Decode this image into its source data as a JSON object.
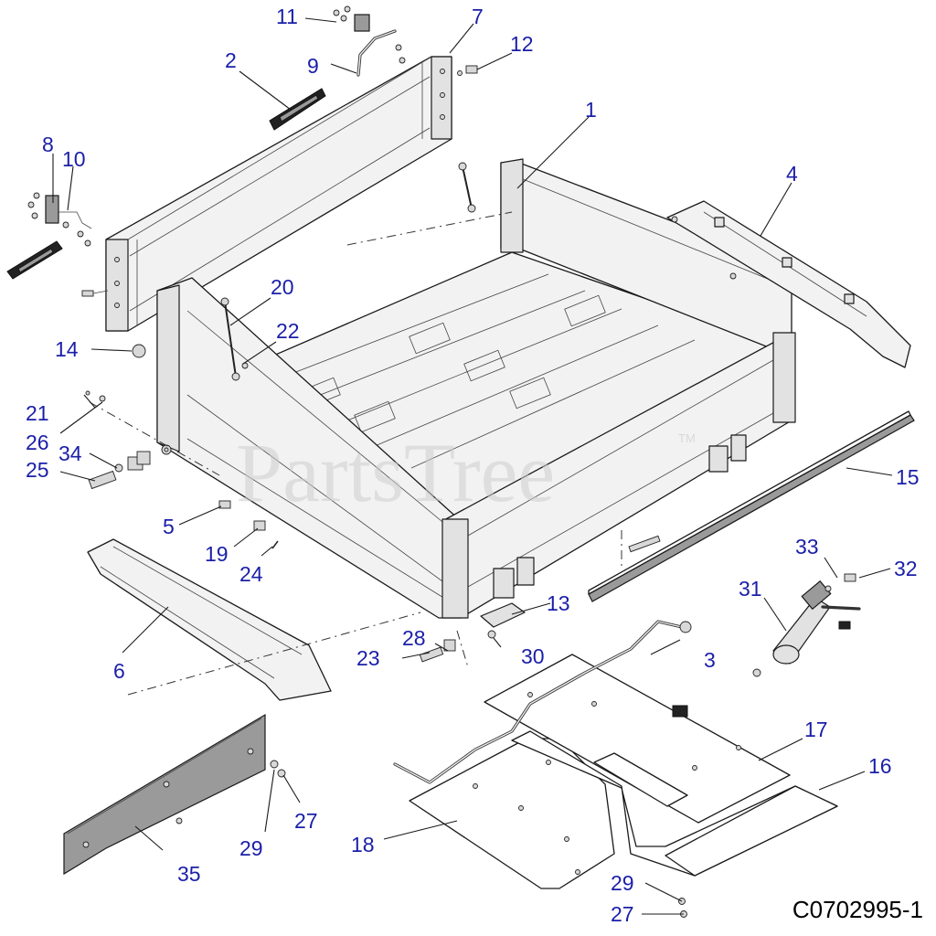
{
  "drawing_id": "C0702995-1",
  "watermark": {
    "brand": "PartsTree",
    "mark": "TM"
  },
  "callouts": [
    {
      "id": "c1",
      "label": "1"
    },
    {
      "id": "c2",
      "label": "2"
    },
    {
      "id": "c3",
      "label": "3"
    },
    {
      "id": "c4",
      "label": "4"
    },
    {
      "id": "c5",
      "label": "5"
    },
    {
      "id": "c6",
      "label": "6"
    },
    {
      "id": "c7",
      "label": "7"
    },
    {
      "id": "c8",
      "label": "8"
    },
    {
      "id": "c9",
      "label": "9"
    },
    {
      "id": "c10",
      "label": "10"
    },
    {
      "id": "c11",
      "label": "11"
    },
    {
      "id": "c12",
      "label": "12"
    },
    {
      "id": "c13",
      "label": "13"
    },
    {
      "id": "c14",
      "label": "14"
    },
    {
      "id": "c15",
      "label": "15"
    },
    {
      "id": "c16",
      "label": "16"
    },
    {
      "id": "c17",
      "label": "17"
    },
    {
      "id": "c18",
      "label": "18"
    },
    {
      "id": "c19",
      "label": "19"
    },
    {
      "id": "c20",
      "label": "20"
    },
    {
      "id": "c21",
      "label": "21"
    },
    {
      "id": "c22",
      "label": "22"
    },
    {
      "id": "c23",
      "label": "23"
    },
    {
      "id": "c24",
      "label": "24"
    },
    {
      "id": "c25",
      "label": "25"
    },
    {
      "id": "c26",
      "label": "26"
    },
    {
      "id": "c27a",
      "label": "27"
    },
    {
      "id": "c27b",
      "label": "27"
    },
    {
      "id": "c28",
      "label": "28"
    },
    {
      "id": "c29a",
      "label": "29"
    },
    {
      "id": "c29b",
      "label": "29"
    },
    {
      "id": "c30",
      "label": "30"
    },
    {
      "id": "c31",
      "label": "31"
    },
    {
      "id": "c32",
      "label": "32"
    },
    {
      "id": "c33",
      "label": "33"
    },
    {
      "id": "c34",
      "label": "34"
    },
    {
      "id": "c35",
      "label": "35"
    }
  ]
}
